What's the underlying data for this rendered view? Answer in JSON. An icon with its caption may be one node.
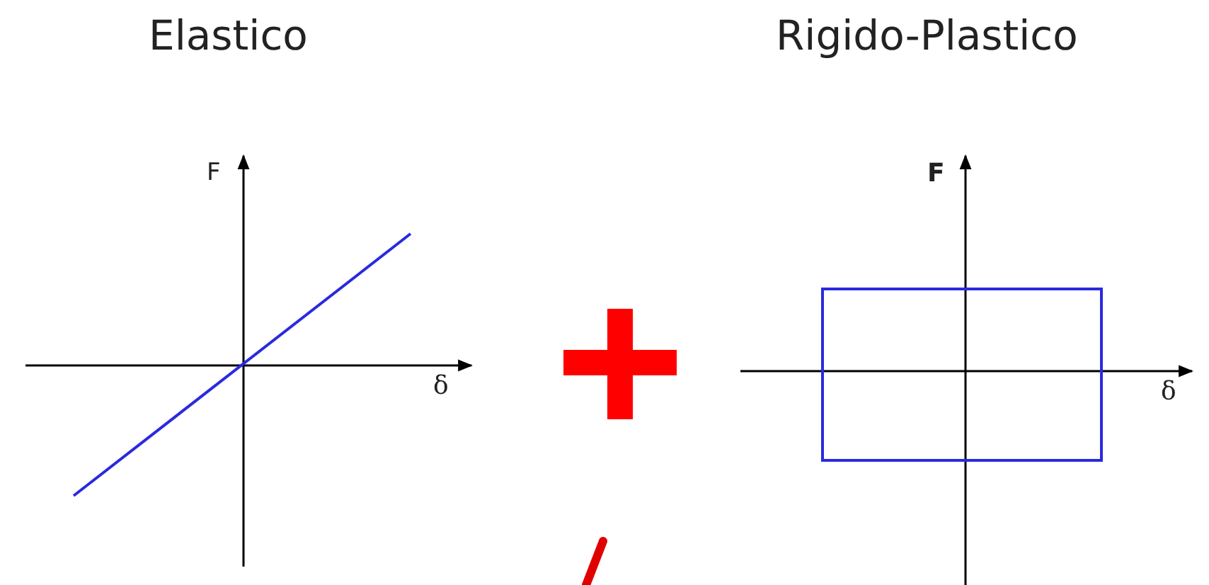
{
  "diagram": {
    "labels": [
      "Elastico",
      "Rigido-Plastico",
      "F",
      "δ",
      "F",
      "δ"
    ]
  }
}
